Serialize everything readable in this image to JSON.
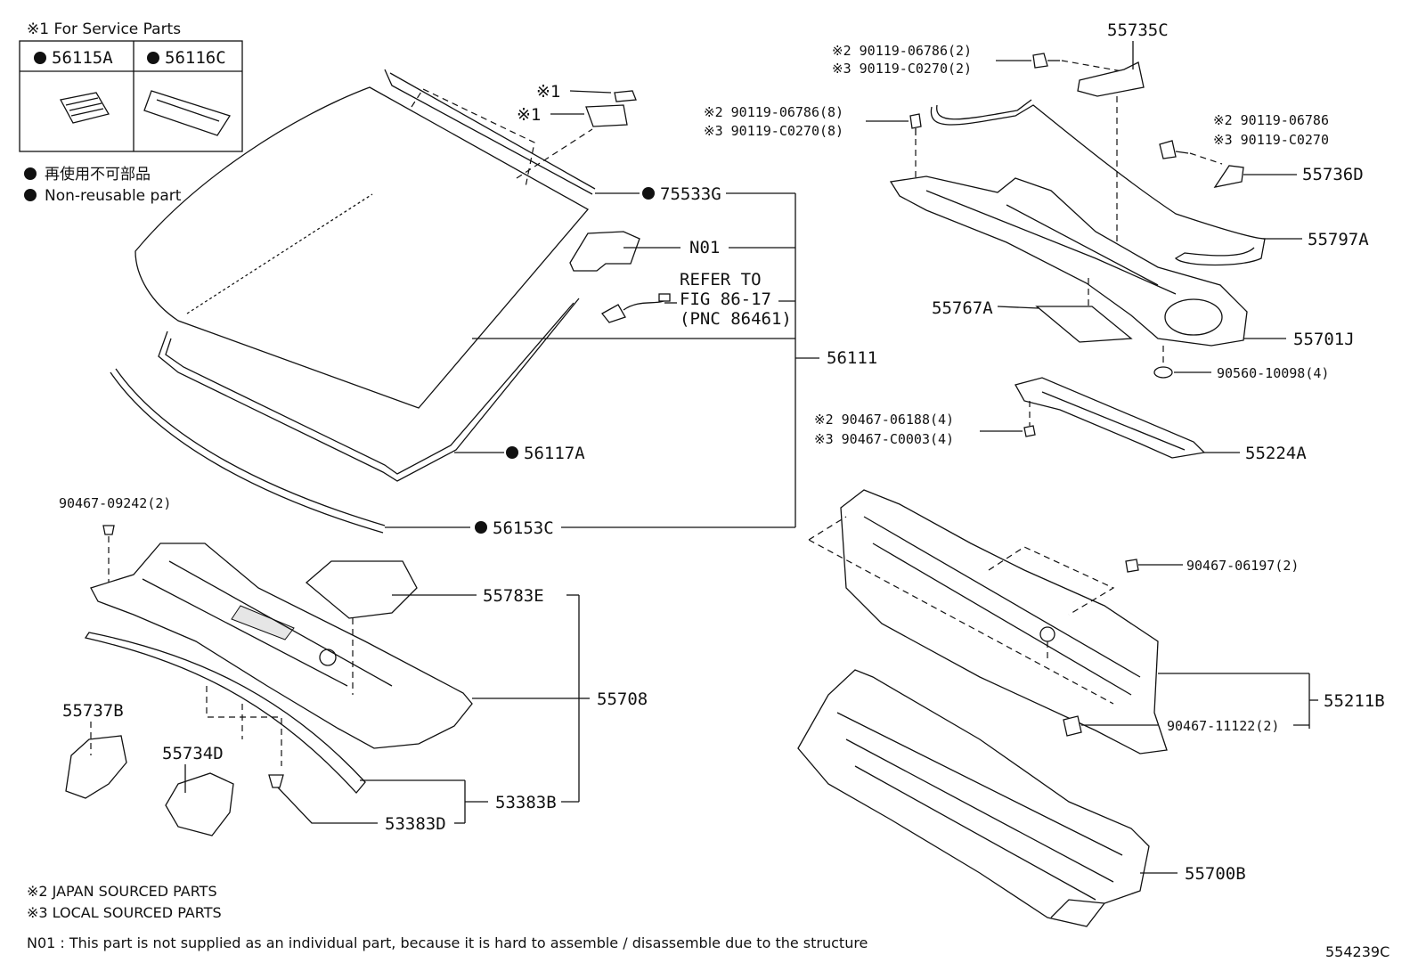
{
  "service_box": {
    "title": "※1 For Service Parts",
    "col_a": "56115A",
    "col_b": "56116C"
  },
  "legend": {
    "line1": "再使用不可部品",
    "line2": "Non-reusable part"
  },
  "labels": {
    "p75533G": "75533G",
    "pN01": "N01",
    "ref1": "REFER TO",
    "ref2": "FIG 86-17",
    "ref3": "(PNC 86461)",
    "p56111": "56111",
    "p56117A": "56117A",
    "p56153C": "56153C",
    "mark1a": "※1",
    "mark1b": "※1",
    "p55735C": "55735C",
    "top_s2": "※2 90119-06786(2)",
    "top_s3": "※3 90119-C0270(2)",
    "mid_s2": "※2 90119-06786(8)",
    "mid_s3": "※3 90119-C0270(8)",
    "rt_s2": "※2 90119-06786",
    "rt_s3": "※3 90119-C0270",
    "p55736D": "55736D",
    "p55797A": "55797A",
    "p55767A": "55767A",
    "p55701J": "55701J",
    "p90560": "90560-10098(4)",
    "clip_s2": "※2 90467-06188(4)",
    "clip_s3": "※3 90467-C0003(4)",
    "p55224A": "55224A",
    "p90467_09242": "90467-09242(2)",
    "p55783E": "55783E",
    "p55708": "55708",
    "p55737B": "55737B",
    "p55734D": "55734D",
    "p53383B": "53383B",
    "p53383D": "53383D",
    "p90467_06197": "90467-06197(2)",
    "p55211B": "55211B",
    "p90467_11122": "90467-11122(2)",
    "p55700B": "55700B"
  },
  "footer": {
    "note2": "※2 JAPAN SOURCED PARTS",
    "note3": "※3 LOCAL SOURCED PARTS",
    "n01_note": "N01 : This part is not supplied as an individual part, because it is hard to assemble / disassemble due to the structure",
    "figure_id": "554239C"
  }
}
